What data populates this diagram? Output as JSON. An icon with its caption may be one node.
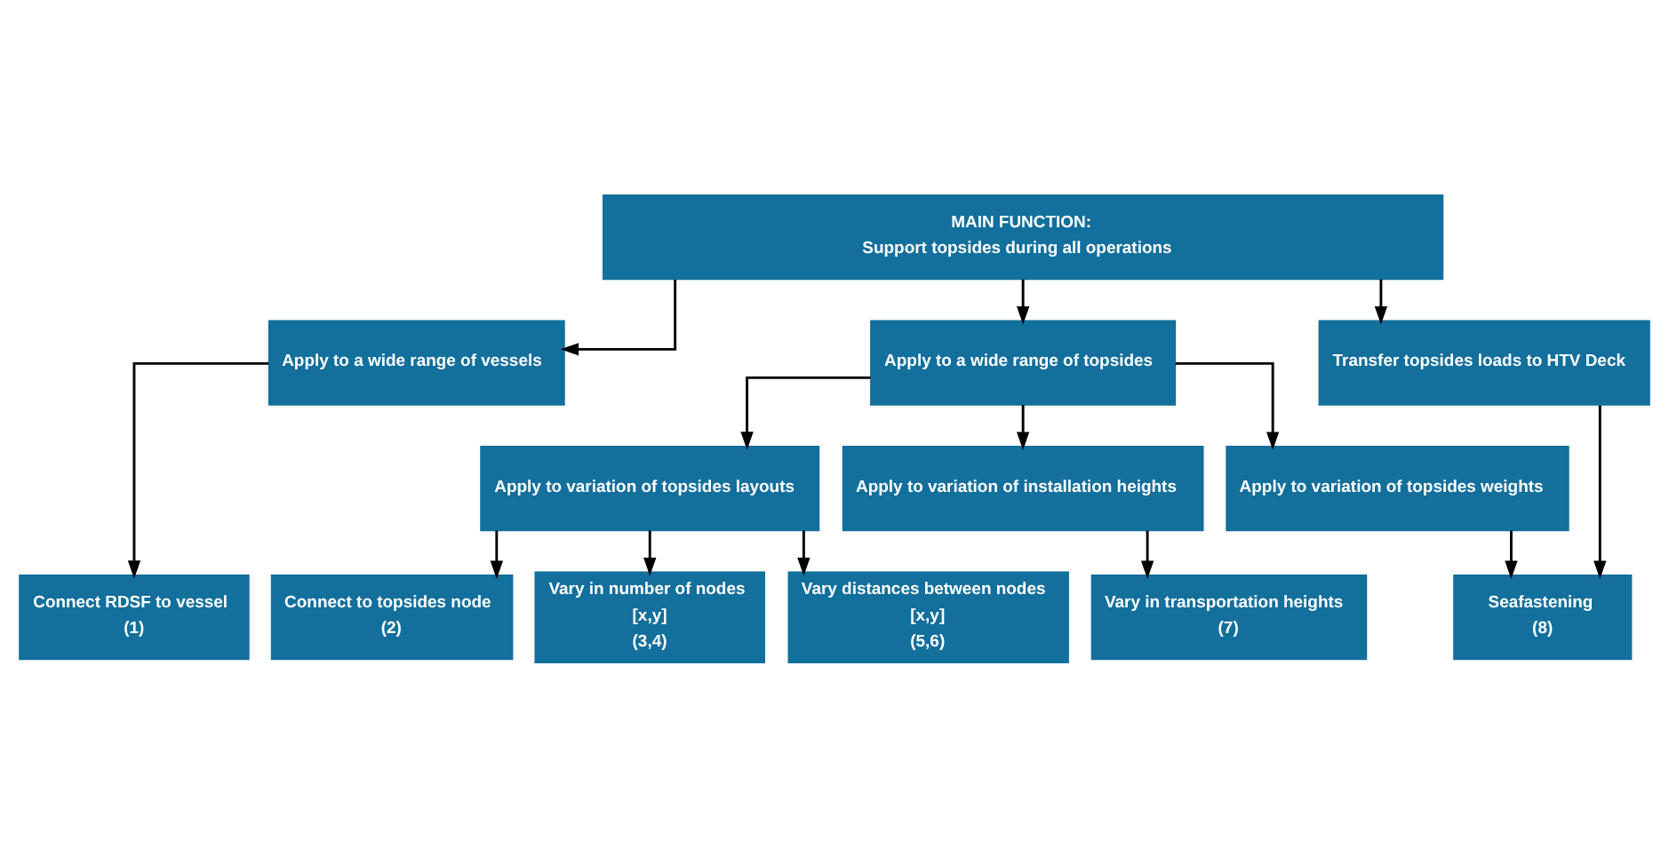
{
  "diagram": {
    "nodes": [
      {
        "text": [
          "MAIN FUNCTION:",
          "Support topsides during all operations"
        ]
      },
      {
        "text": [
          "Apply to a wide range of vessels"
        ]
      },
      {
        "text": [
          "Apply to a wide range of topsides"
        ]
      },
      {
        "text": [
          "Transfer topsides loads to HTV Deck"
        ]
      },
      {
        "text": [
          "Apply to variation of topsides layouts"
        ]
      },
      {
        "text": [
          "Apply to variation of installation heights"
        ]
      },
      {
        "text": [
          "Apply to variation of topsides weights"
        ]
      },
      {
        "text": [
          "Connect RDSF to vessel",
          "(1)"
        ]
      },
      {
        "text": [
          "Connect to topsides node",
          "(2)"
        ]
      },
      {
        "text": [
          "Vary in number of nodes",
          "[x,y]",
          "(3,4)"
        ]
      },
      {
        "text": [
          "Vary distances between nodes",
          "[x,y]",
          "(5,6)"
        ]
      },
      {
        "text": [
          "Vary in transportation heights",
          "(7)"
        ]
      },
      {
        "text": [
          "Seafastening",
          "(8)"
        ]
      }
    ],
    "edges": [
      {
        "from": 0,
        "to": 1,
        "arrow": "to"
      },
      {
        "from": 0,
        "to": 2,
        "arrow": "to"
      },
      {
        "from": 0,
        "to": 3,
        "arrow": "to"
      },
      {
        "from": 1,
        "to": 7,
        "arrow": "to"
      },
      {
        "from": 2,
        "to": 4,
        "arrow": "to"
      },
      {
        "from": 2,
        "to": 5,
        "arrow": "to"
      },
      {
        "from": 2,
        "to": 6,
        "arrow": "to"
      },
      {
        "from": 4,
        "to": 8,
        "arrow": "to"
      },
      {
        "from": 4,
        "to": 9,
        "arrow": "to"
      },
      {
        "from": 4,
        "to": 10,
        "arrow": "to"
      },
      {
        "from": 5,
        "to": 11,
        "arrow": "to"
      },
      {
        "from": 6,
        "to": 12,
        "arrow": "to"
      },
      {
        "from": 3,
        "to": 12,
        "arrow": "to"
      }
    ]
  }
}
